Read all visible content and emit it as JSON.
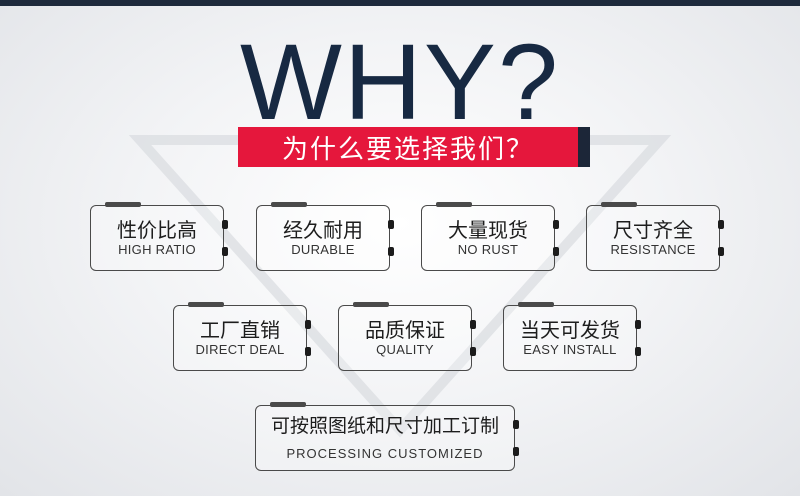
{
  "headline": "WHY?",
  "banner_text": "为什么要选择我们？",
  "features": [
    {
      "zh": "性价比高",
      "en": "HIGH RATIO"
    },
    {
      "zh": "经久耐用",
      "en": "DURABLE"
    },
    {
      "zh": "大量现货",
      "en": "NO RUST"
    },
    {
      "zh": "尺寸齐全",
      "en": "RESISTANCE"
    },
    {
      "zh": "工厂直销",
      "en": "DIRECT DEAL"
    },
    {
      "zh": "品质保证",
      "en": "QUALITY"
    },
    {
      "zh": "当天可发货",
      "en": "EASY INSTALL"
    },
    {
      "zh": "可按照图纸和尺寸加工订制",
      "en": "PROCESSING  CUSTOMIZED"
    }
  ],
  "colors": {
    "banner": "#e5173c",
    "headline": "#172942",
    "topbar": "#1e2a3c"
  }
}
